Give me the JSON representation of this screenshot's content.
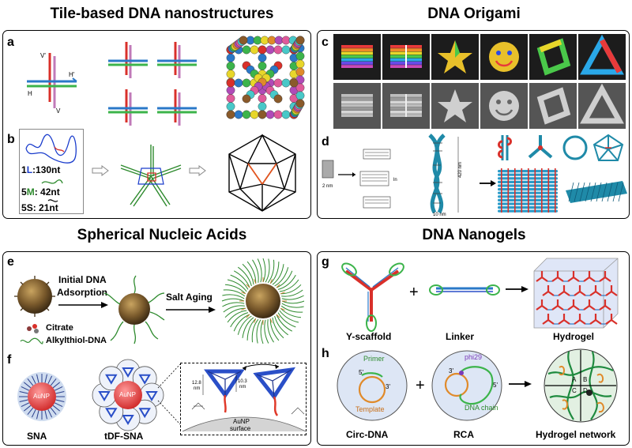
{
  "titles": {
    "tile": "Tile-based DNA nanostructures",
    "origami": "DNA Origami",
    "sna": "Spherical Nucleic Acids",
    "nanogels": "DNA Nanogels"
  },
  "panel_labels": [
    "a",
    "b",
    "c",
    "d",
    "e",
    "f",
    "g",
    "h"
  ],
  "tile_tile": {
    "strand_labels": [
      "V'",
      "H'",
      "H",
      "V"
    ]
  },
  "tile_b": {
    "strands": [
      {
        "prefix": "1",
        "code": "L",
        "length": "130nt",
        "color": "#1a3ccc"
      },
      {
        "prefix": "5",
        "code": "M",
        "length": "42nt",
        "color": "#2d8a2d"
      },
      {
        "prefix": "5",
        "code": "S",
        "length": "21nt",
        "color": "#000000"
      }
    ]
  },
  "origami_d": {
    "scale_labels": [
      "2 nm",
      "10 nm",
      "420 nm",
      "ln"
    ]
  },
  "sna_e": {
    "step1": "Initial DNA",
    "step1b": "Adsorption",
    "step2": "Salt Aging",
    "legend": [
      "Citrate",
      "Alkylthiol-DNA"
    ]
  },
  "sna_f": {
    "particle": "AuNP",
    "captions": [
      "SNA",
      "tDF-SNA"
    ],
    "surface": "AuNP",
    "surface2": "surface",
    "dims": [
      "12.8",
      "nm",
      "10.3",
      "nm"
    ]
  },
  "nanogel_g": {
    "captions": [
      "Y-scaffold",
      "Linker",
      "Hydrogel"
    ]
  },
  "nanogel_h": {
    "captions": [
      "Circ-DNA",
      "RCA",
      "Hydrogel network"
    ],
    "primer": "Primer",
    "template": "Template",
    "phi": "phi29",
    "chain": "DNA chain",
    "p5": "5'",
    "p3": "3'",
    "quad": [
      "A",
      "B",
      "C",
      "D"
    ]
  },
  "colors": {
    "red": "#d9302a",
    "blue": "#2a78c8",
    "green": "#3cb44b",
    "teal": "#1f8aa8",
    "orange": "#e08a2a"
  }
}
